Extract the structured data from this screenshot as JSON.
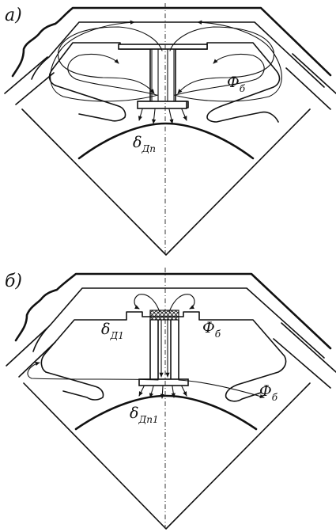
{
  "panels": [
    {
      "label": "а)",
      "labels": [
        {
          "main": "Ф",
          "sub": "б"
        },
        {
          "main": "δ",
          "sub": "Дп"
        }
      ]
    },
    {
      "label": "б)",
      "labels": [
        {
          "main": "δ",
          "sub": "Д1"
        },
        {
          "main": "Ф",
          "sub": "б"
        },
        {
          "main": "Ф",
          "sub": "б"
        },
        {
          "main": "δ",
          "sub": "Дп1"
        }
      ]
    }
  ]
}
